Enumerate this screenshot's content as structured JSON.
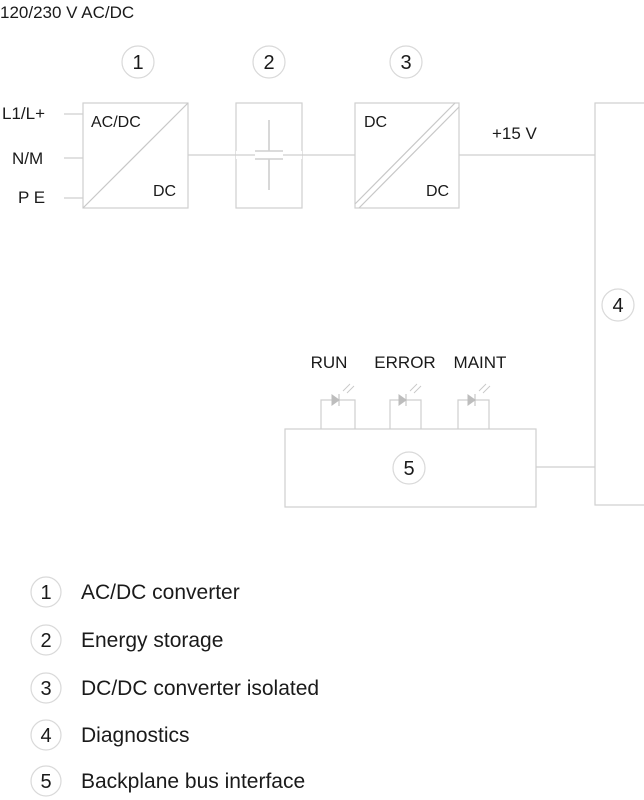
{
  "supply_label": "120/230 V AC/DC",
  "inputs": [
    "L1/L+",
    "N/M",
    "P E"
  ],
  "voltage_label": "+15 V",
  "blocks": [
    {
      "number": "1",
      "top_label": "AC/DC",
      "bottom_label": "DC"
    },
    {
      "number": "2"
    },
    {
      "number": "3",
      "top_label": "DC",
      "bottom_label": "DC"
    },
    {
      "number": "4"
    },
    {
      "number": "5"
    }
  ],
  "leds": [
    "RUN",
    "ERROR",
    "MAINT"
  ],
  "legend": [
    {
      "number": "1",
      "text": "AC/DC converter"
    },
    {
      "number": "2",
      "text": "Energy storage"
    },
    {
      "number": "3",
      "text": "DC/DC converter isolated"
    },
    {
      "number": "4",
      "text": "Diagnostics"
    },
    {
      "number": "5",
      "text": "Backplane bus interface"
    }
  ]
}
